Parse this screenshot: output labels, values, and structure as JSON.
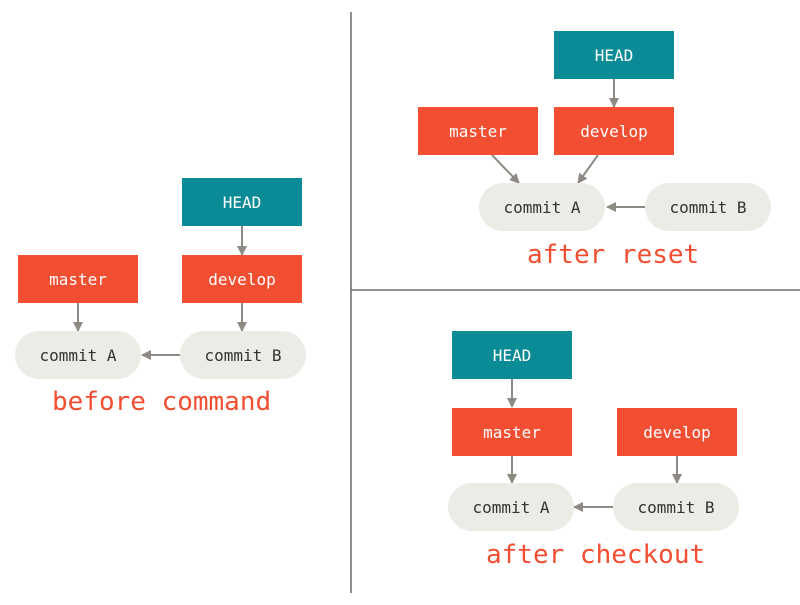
{
  "colors": {
    "branch": "#f14e32",
    "head": "#0b8b96",
    "commit_bg": "#ecebe5",
    "commit_text": "#333333",
    "caption": "#f14e32",
    "arrow": "#8c8a82",
    "divider": "#6a6a6a"
  },
  "before": {
    "head": "HEAD",
    "master": "master",
    "develop": "develop",
    "commit_a": "commit A",
    "commit_b": "commit B",
    "caption": "before command"
  },
  "reset": {
    "head": "HEAD",
    "master": "master",
    "develop": "develop",
    "commit_a": "commit A",
    "commit_b": "commit B",
    "caption": "after reset"
  },
  "checkout": {
    "head": "HEAD",
    "master": "master",
    "develop": "develop",
    "commit_a": "commit A",
    "commit_b": "commit B",
    "caption": "after checkout"
  }
}
